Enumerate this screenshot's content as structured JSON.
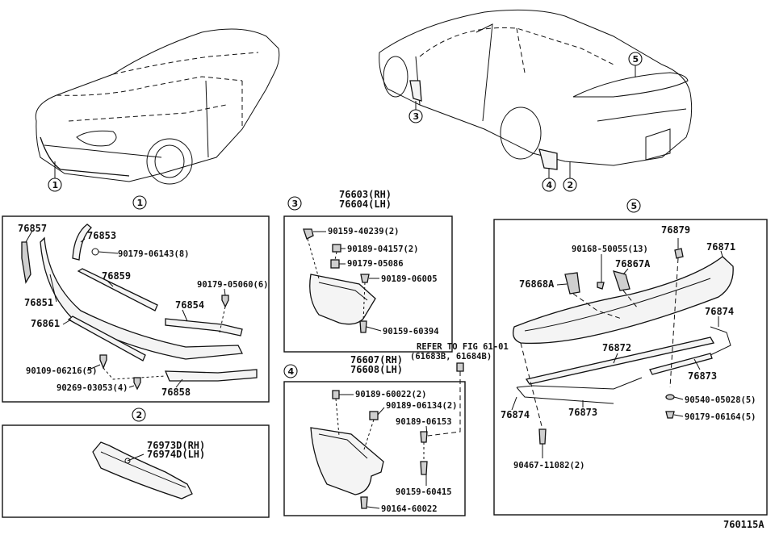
{
  "sections": {
    "s1": "1",
    "s2": "2",
    "s3": "3",
    "s4": "4",
    "s5": "5"
  },
  "car_callouts": {
    "front": "1",
    "mudflap_front": "3",
    "mudflap_rear": "4",
    "rear_bumper": "2",
    "spoiler": "5"
  },
  "panel1": {
    "parts": {
      "p76857": "76857",
      "p76853": "76853",
      "p90179_06143": "90179-06143(8)",
      "p76859": "76859",
      "p90179_05060": "90179-05060(6)",
      "p76851": "76851",
      "p76854": "76854",
      "p76861": "76861",
      "p90109_06216": "90109-06216(5)",
      "p90269_03053": "90269-03053(4)",
      "p76858": "76858"
    }
  },
  "panel2": {
    "parts": {
      "rh": "76973D(RH)",
      "lh": "76974D(LH)"
    }
  },
  "panel3": {
    "header_rh": "76603(RH)",
    "header_lh": "76604(LH)",
    "parts": {
      "p90159_40239": "90159-40239(2)",
      "p90189_04157": "90189-04157(2)",
      "p90179_05086": "90179-05086",
      "p90189_06005": "90189-06005",
      "p90159_60394": "90159-60394"
    }
  },
  "panel4": {
    "refer_line1": "REFER TO FIG 61-01",
    "refer_line2": "(61683B, 61684B)",
    "header_rh": "76607(RH)",
    "header_lh": "76608(LH)",
    "parts": {
      "p90189_60022": "90189-60022(2)",
      "p90189_06134": "90189-06134(2)",
      "p90189_06153": "90189-06153",
      "p90159_60415": "90159-60415",
      "p90164_60022": "90164-60022"
    }
  },
  "panel5": {
    "parts": {
      "p76879": "76879",
      "p76871": "76871",
      "p90168_50055": "90168-50055(13)",
      "p76867A": "76867A",
      "p76868A": "76868A",
      "p76874a": "76874",
      "p76872": "76872",
      "p76873a": "76873",
      "p76874b": "76874",
      "p76873b": "76873",
      "p90540_05028": "90540-05028(5)",
      "p90179_06164": "90179-06164(5)",
      "p90467_11082": "90467-11082(2)"
    }
  },
  "figure_code": "760115A"
}
